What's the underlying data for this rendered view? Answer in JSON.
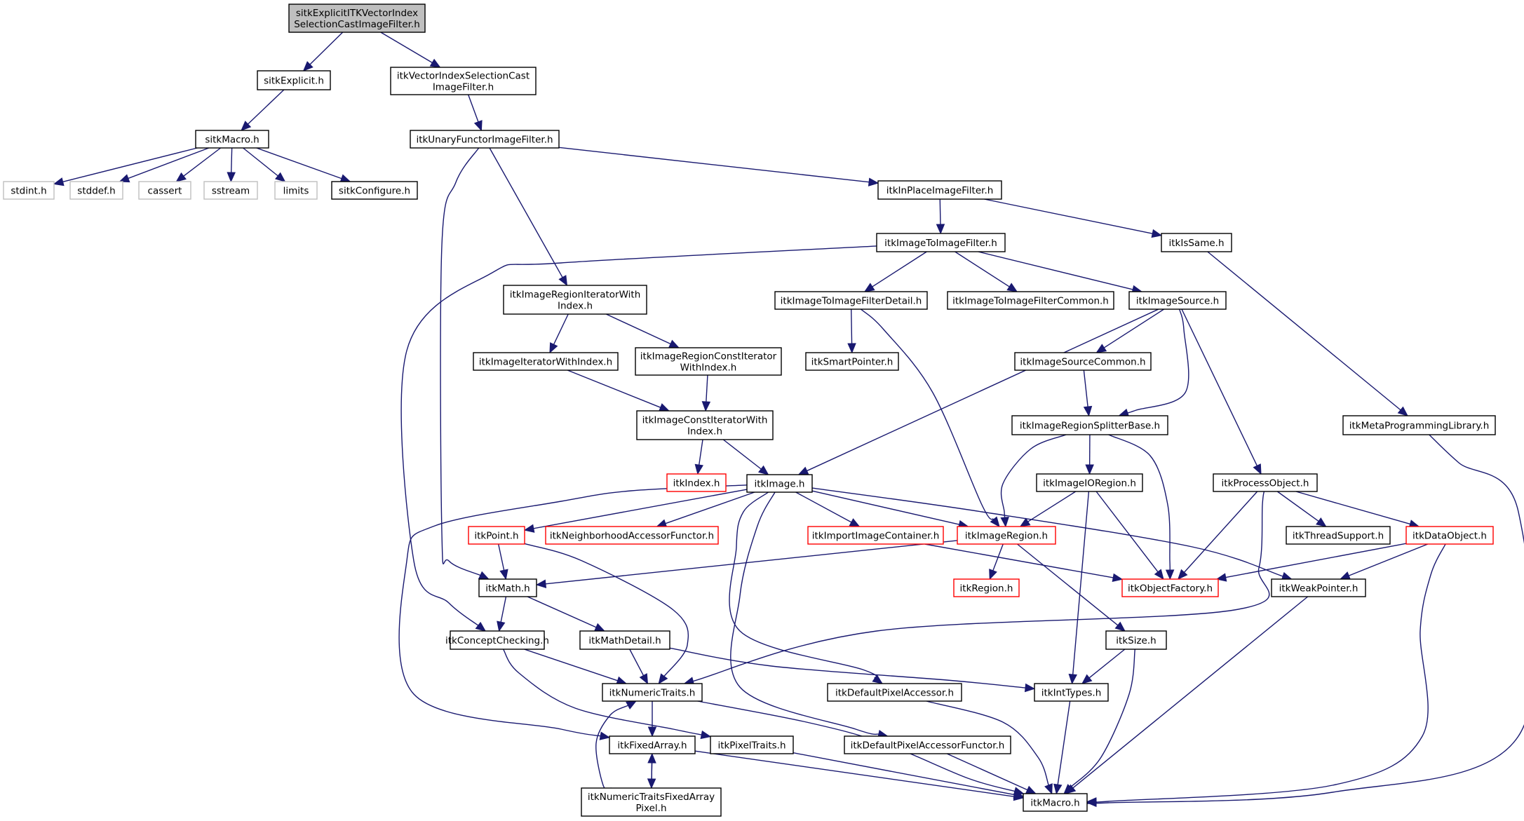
{
  "title": "sitkExplicitITKVectorIndexSelectionCastImageFilter.h include dependency graph",
  "colors": {
    "edge": "#191970",
    "node_border": "#000000",
    "system_header_border": "#bfbfbf",
    "incomplete_node_border": "#ff0000",
    "root_fill": "#bfbfbf"
  },
  "nodes": [
    {
      "id": "root",
      "label": [
        "sitkExplicitITKVectorIndex",
        "SelectionCastImageFilter.h"
      ],
      "kind": "root"
    },
    {
      "id": "sitkExplicit",
      "label": [
        "sitkExplicit.h"
      ],
      "kind": "normal"
    },
    {
      "id": "itkVectorIndexSelectionCast",
      "label": [
        "itkVectorIndexSelectionCast",
        "ImageFilter.h"
      ],
      "kind": "normal"
    },
    {
      "id": "sitkMacro",
      "label": [
        "sitkMacro.h"
      ],
      "kind": "normal"
    },
    {
      "id": "stdint",
      "label": [
        "stdint.h"
      ],
      "kind": "gray"
    },
    {
      "id": "stddef",
      "label": [
        "stddef.h"
      ],
      "kind": "gray"
    },
    {
      "id": "cassert",
      "label": [
        "cassert"
      ],
      "kind": "gray"
    },
    {
      "id": "sstream",
      "label": [
        "sstream"
      ],
      "kind": "gray"
    },
    {
      "id": "limits",
      "label": [
        "limits"
      ],
      "kind": "gray"
    },
    {
      "id": "sitkConfigure",
      "label": [
        "sitkConfigure.h"
      ],
      "kind": "normal"
    },
    {
      "id": "itkUnaryFunctor",
      "label": [
        "itkUnaryFunctorImageFilter.h"
      ],
      "kind": "normal"
    },
    {
      "id": "itkInPlace",
      "label": [
        "itkInPlaceImageFilter.h"
      ],
      "kind": "normal"
    },
    {
      "id": "itkImageToImageFilter",
      "label": [
        "itkImageToImageFilter.h"
      ],
      "kind": "normal"
    },
    {
      "id": "itkIsSame",
      "label": [
        "itkIsSame.h"
      ],
      "kind": "normal"
    },
    {
      "id": "itkImageRegionIteratorWithIndex",
      "label": [
        "itkImageRegionIteratorWith",
        "Index.h"
      ],
      "kind": "normal"
    },
    {
      "id": "itkImageToImageFilterDetail",
      "label": [
        "itkImageToImageFilterDetail.h"
      ],
      "kind": "normal"
    },
    {
      "id": "itkImageToImageFilterCommon",
      "label": [
        "itkImageToImageFilterCommon.h"
      ],
      "kind": "normal"
    },
    {
      "id": "itkImageSource",
      "label": [
        "itkImageSource.h"
      ],
      "kind": "normal"
    },
    {
      "id": "itkImageIteratorWithIndex",
      "label": [
        "itkImageIteratorWithIndex.h"
      ],
      "kind": "normal"
    },
    {
      "id": "itkImageRegionConstIteratorWithIndex",
      "label": [
        "itkImageRegionConstIterator",
        "WithIndex.h"
      ],
      "kind": "normal"
    },
    {
      "id": "itkSmartPointer",
      "label": [
        "itkSmartPointer.h"
      ],
      "kind": "normal"
    },
    {
      "id": "itkImageSourceCommon",
      "label": [
        "itkImageSourceCommon.h"
      ],
      "kind": "normal"
    },
    {
      "id": "itkImageConstIteratorWithIndex",
      "label": [
        "itkImageConstIteratorWith",
        "Index.h"
      ],
      "kind": "normal"
    },
    {
      "id": "itkImageRegionSplitterBase",
      "label": [
        "itkImageRegionSplitterBase.h"
      ],
      "kind": "normal"
    },
    {
      "id": "itkMetaProgrammingLibrary",
      "label": [
        "itkMetaProgrammingLibrary.h"
      ],
      "kind": "normal"
    },
    {
      "id": "itkIndex",
      "label": [
        "itkIndex.h"
      ],
      "kind": "red"
    },
    {
      "id": "itkImage",
      "label": [
        "itkImage.h"
      ],
      "kind": "normal"
    },
    {
      "id": "itkImageIORegion",
      "label": [
        "itkImageIORegion.h"
      ],
      "kind": "normal"
    },
    {
      "id": "itkProcessObject",
      "label": [
        "itkProcessObject.h"
      ],
      "kind": "normal"
    },
    {
      "id": "itkPoint",
      "label": [
        "itkPoint.h"
      ],
      "kind": "red"
    },
    {
      "id": "itkNeighborhoodAccessorFunctor",
      "label": [
        "itkNeighborhoodAccessorFunctor.h"
      ],
      "kind": "red"
    },
    {
      "id": "itkImportImageContainer",
      "label": [
        "itkImportImageContainer.h"
      ],
      "kind": "red"
    },
    {
      "id": "itkImageRegion",
      "label": [
        "itkImageRegion.h"
      ],
      "kind": "red"
    },
    {
      "id": "itkThreadSupport",
      "label": [
        "itkThreadSupport.h"
      ],
      "kind": "normal"
    },
    {
      "id": "itkDataObject",
      "label": [
        "itkDataObject.h"
      ],
      "kind": "red"
    },
    {
      "id": "itkMath",
      "label": [
        "itkMath.h"
      ],
      "kind": "normal"
    },
    {
      "id": "itkRegion",
      "label": [
        "itkRegion.h"
      ],
      "kind": "red"
    },
    {
      "id": "itkObjectFactory",
      "label": [
        "itkObjectFactory.h"
      ],
      "kind": "red"
    },
    {
      "id": "itkWeakPointer",
      "label": [
        "itkWeakPointer.h"
      ],
      "kind": "normal"
    },
    {
      "id": "itkConceptChecking",
      "label": [
        "itkConceptChecking.h"
      ],
      "kind": "normal"
    },
    {
      "id": "itkMathDetail",
      "label": [
        "itkMathDetail.h"
      ],
      "kind": "normal"
    },
    {
      "id": "itkSize",
      "label": [
        "itkSize.h"
      ],
      "kind": "normal"
    },
    {
      "id": "itkNumericTraits",
      "label": [
        "itkNumericTraits.h"
      ],
      "kind": "normal"
    },
    {
      "id": "itkDefaultPixelAccessor",
      "label": [
        "itkDefaultPixelAccessor.h"
      ],
      "kind": "normal"
    },
    {
      "id": "itkIntTypes",
      "label": [
        "itkIntTypes.h"
      ],
      "kind": "normal"
    },
    {
      "id": "itkFixedArray",
      "label": [
        "itkFixedArray.h"
      ],
      "kind": "normal"
    },
    {
      "id": "itkPixelTraits",
      "label": [
        "itkPixelTraits.h"
      ],
      "kind": "normal"
    },
    {
      "id": "itkDefaultPixelAccessorFunctor",
      "label": [
        "itkDefaultPixelAccessorFunctor.h"
      ],
      "kind": "normal"
    },
    {
      "id": "itkNumericTraitsFixedArrayPixel",
      "label": [
        "itkNumericTraitsFixedArray",
        "Pixel.h"
      ],
      "kind": "normal"
    },
    {
      "id": "itkMacro",
      "label": [
        "itkMacro.h"
      ],
      "kind": "normal"
    }
  ],
  "edges": [
    [
      "root",
      "sitkExplicit"
    ],
    [
      "root",
      "itkVectorIndexSelectionCast"
    ],
    [
      "sitkExplicit",
      "sitkMacro"
    ],
    [
      "sitkMacro",
      "stdint"
    ],
    [
      "sitkMacro",
      "stddef"
    ],
    [
      "sitkMacro",
      "cassert"
    ],
    [
      "sitkMacro",
      "sstream"
    ],
    [
      "sitkMacro",
      "limits"
    ],
    [
      "sitkMacro",
      "sitkConfigure"
    ],
    [
      "itkVectorIndexSelectionCast",
      "itkUnaryFunctor"
    ],
    [
      "itkUnaryFunctor",
      "itkInPlace"
    ],
    [
      "itkUnaryFunctor",
      "itkImageRegionIteratorWithIndex"
    ],
    [
      "itkUnaryFunctor",
      "itkMath"
    ],
    [
      "itkInPlace",
      "itkImageToImageFilter"
    ],
    [
      "itkInPlace",
      "itkIsSame"
    ],
    [
      "itkImageToImageFilter",
      "itkImageToImageFilterDetail"
    ],
    [
      "itkImageToImageFilter",
      "itkImageToImageFilterCommon"
    ],
    [
      "itkImageToImageFilter",
      "itkImageSource"
    ],
    [
      "itkImageToImageFilter",
      "itkConceptChecking"
    ],
    [
      "itkIsSame",
      "itkMetaProgrammingLibrary"
    ],
    [
      "itkImageRegionIteratorWithIndex",
      "itkImageIteratorWithIndex"
    ],
    [
      "itkImageRegionIteratorWithIndex",
      "itkImageRegionConstIteratorWithIndex"
    ],
    [
      "itkImageIteratorWithIndex",
      "itkImageConstIteratorWithIndex"
    ],
    [
      "itkImageRegionConstIteratorWithIndex",
      "itkImageConstIteratorWithIndex"
    ],
    [
      "itkImageToImageFilterDetail",
      "itkSmartPointer"
    ],
    [
      "itkImageToImageFilterDetail",
      "itkImageRegion"
    ],
    [
      "itkImageSource",
      "itkImage"
    ],
    [
      "itkImageSource",
      "itkImageSourceCommon"
    ],
    [
      "itkImageSource",
      "itkImageRegionSplitterBase"
    ],
    [
      "itkImageSource",
      "itkProcessObject"
    ],
    [
      "itkImageSourceCommon",
      "itkImageRegionSplitterBase"
    ],
    [
      "itkImageConstIteratorWithIndex",
      "itkIndex"
    ],
    [
      "itkImageConstIteratorWithIndex",
      "itkImage"
    ],
    [
      "itkImageRegionSplitterBase",
      "itkImageRegion"
    ],
    [
      "itkImageRegionSplitterBase",
      "itkImageIORegion"
    ],
    [
      "itkImageRegionSplitterBase",
      "itkObjectFactory"
    ],
    [
      "itkMetaProgrammingLibrary",
      "itkMacro"
    ],
    [
      "itkImage",
      "itkPoint"
    ],
    [
      "itkImage",
      "itkNeighborhoodAccessorFunctor"
    ],
    [
      "itkImage",
      "itkImportImageContainer"
    ],
    [
      "itkImage",
      "itkImageRegion"
    ],
    [
      "itkImage",
      "itkWeakPointer"
    ],
    [
      "itkImage",
      "itkFixedArray"
    ],
    [
      "itkImage",
      "itkDefaultPixelAccessor"
    ],
    [
      "itkImage",
      "itkDefaultPixelAccessorFunctor"
    ],
    [
      "itkImageIORegion",
      "itkImageRegion"
    ],
    [
      "itkImageIORegion",
      "itkObjectFactory"
    ],
    [
      "itkImageIORegion",
      "itkIntTypes"
    ],
    [
      "itkProcessObject",
      "itkObjectFactory"
    ],
    [
      "itkProcessObject",
      "itkThreadSupport"
    ],
    [
      "itkProcessObject",
      "itkDataObject"
    ],
    [
      "itkProcessObject",
      "itkNumericTraits"
    ],
    [
      "itkPoint",
      "itkMath"
    ],
    [
      "itkPoint",
      "itkNumericTraits"
    ],
    [
      "itkImportImageContainer",
      "itkObjectFactory"
    ],
    [
      "itkImageRegion",
      "itkMath"
    ],
    [
      "itkImageRegion",
      "itkRegion"
    ],
    [
      "itkImageRegion",
      "itkSize"
    ],
    [
      "itkDataObject",
      "itkObjectFactory"
    ],
    [
      "itkDataObject",
      "itkWeakPointer"
    ],
    [
      "itkDataObject",
      "itkMacro"
    ],
    [
      "itkMath",
      "itkConceptChecking"
    ],
    [
      "itkMath",
      "itkMathDetail"
    ],
    [
      "itkWeakPointer",
      "itkMacro"
    ],
    [
      "itkConceptChecking",
      "itkNumericTraits"
    ],
    [
      "itkConceptChecking",
      "itkPixelTraits"
    ],
    [
      "itkMathDetail",
      "itkNumericTraits"
    ],
    [
      "itkMathDetail",
      "itkIntTypes"
    ],
    [
      "itkSize",
      "itkIntTypes"
    ],
    [
      "itkSize",
      "itkMacro"
    ],
    [
      "itkNumericTraits",
      "itkFixedArray"
    ],
    [
      "itkNumericTraits",
      "itkMacro"
    ],
    [
      "itkDefaultPixelAccessor",
      "itkMacro"
    ],
    [
      "itkIntTypes",
      "itkMacro"
    ],
    [
      "itkFixedArray",
      "itkNumericTraitsFixedArrayPixel"
    ],
    [
      "itkFixedArray",
      "itkMacro"
    ],
    [
      "itkPixelTraits",
      "itkMacro"
    ],
    [
      "itkDefaultPixelAccessorFunctor",
      "itkMacro"
    ],
    [
      "itkNumericTraitsFixedArrayPixel",
      "itkFixedArray"
    ],
    [
      "itkNumericTraitsFixedArrayPixel",
      "itkNumericTraits"
    ]
  ]
}
